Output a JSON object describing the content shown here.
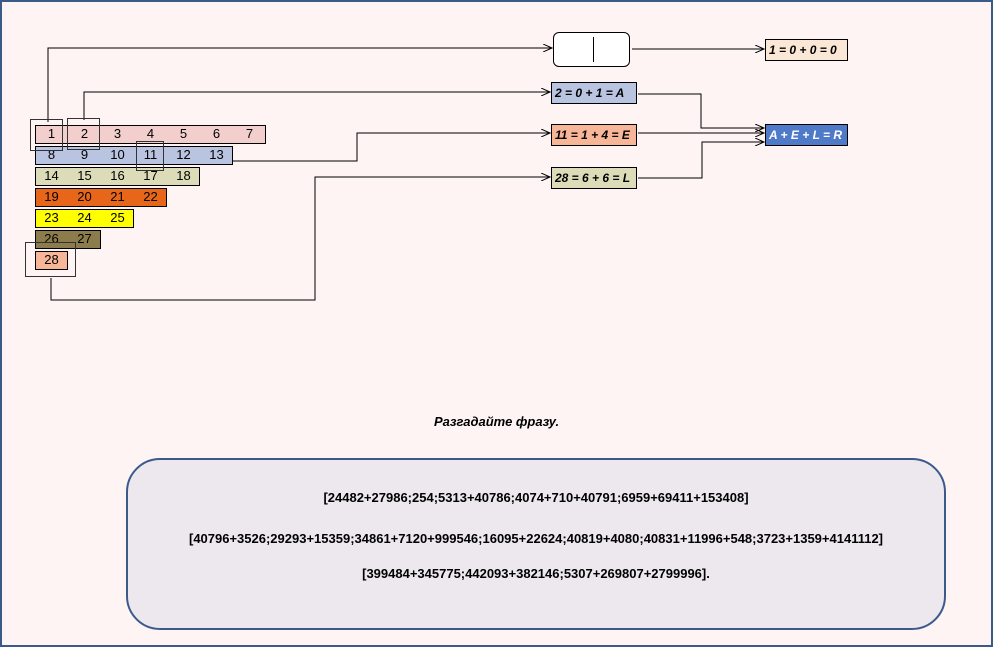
{
  "rows": [
    {
      "color": "#f2cfcd",
      "cells": [
        "1",
        "2",
        "3",
        "4",
        "5",
        "6",
        "7"
      ]
    },
    {
      "color": "#b8c4e0",
      "cells": [
        "8",
        "9",
        "10",
        "11",
        "12",
        "13"
      ]
    },
    {
      "color": "#dcdcb8",
      "cells": [
        "14",
        "15",
        "16",
        "17",
        "18"
      ]
    },
    {
      "color": "#e8661a",
      "cells": [
        "19",
        "20",
        "21",
        "22"
      ]
    },
    {
      "color": "#ffff00",
      "cells": [
        "23",
        "24",
        "25"
      ]
    },
    {
      "color": "#8c7c4c",
      "cells": [
        "26",
        "27"
      ]
    },
    {
      "color": "#f7b697",
      "cells": [
        "28"
      ]
    }
  ],
  "boxes": {
    "result1": {
      "text": "1 = 0 + 0 = 0",
      "color": "#fbe7d6"
    },
    "eqA": {
      "text": "2 = 0 + 1 = A",
      "color": "#b8c4e0"
    },
    "eqE": {
      "text": "11 = 1 + 4 = E",
      "color": "#f7b697"
    },
    "eqL": {
      "text": "28 = 6 + 6 = L",
      "color": "#dcdcb8"
    },
    "sum": {
      "text": "A + E + L = R",
      "color": "#4f7ac7"
    }
  },
  "caption": "Разгадайте фразу.",
  "panel_lines": [
    "[24482+27986;254;5313+40786;4074+710+40791;6959+69411+153408]",
    "[40796+3526;29293+15359;34861+7120+999546;16095+22624;40819+4080;40831+11996+548;3723+1359+4141112]",
    "[399484+345775;442093+382146;5307+269807+2799996]."
  ]
}
